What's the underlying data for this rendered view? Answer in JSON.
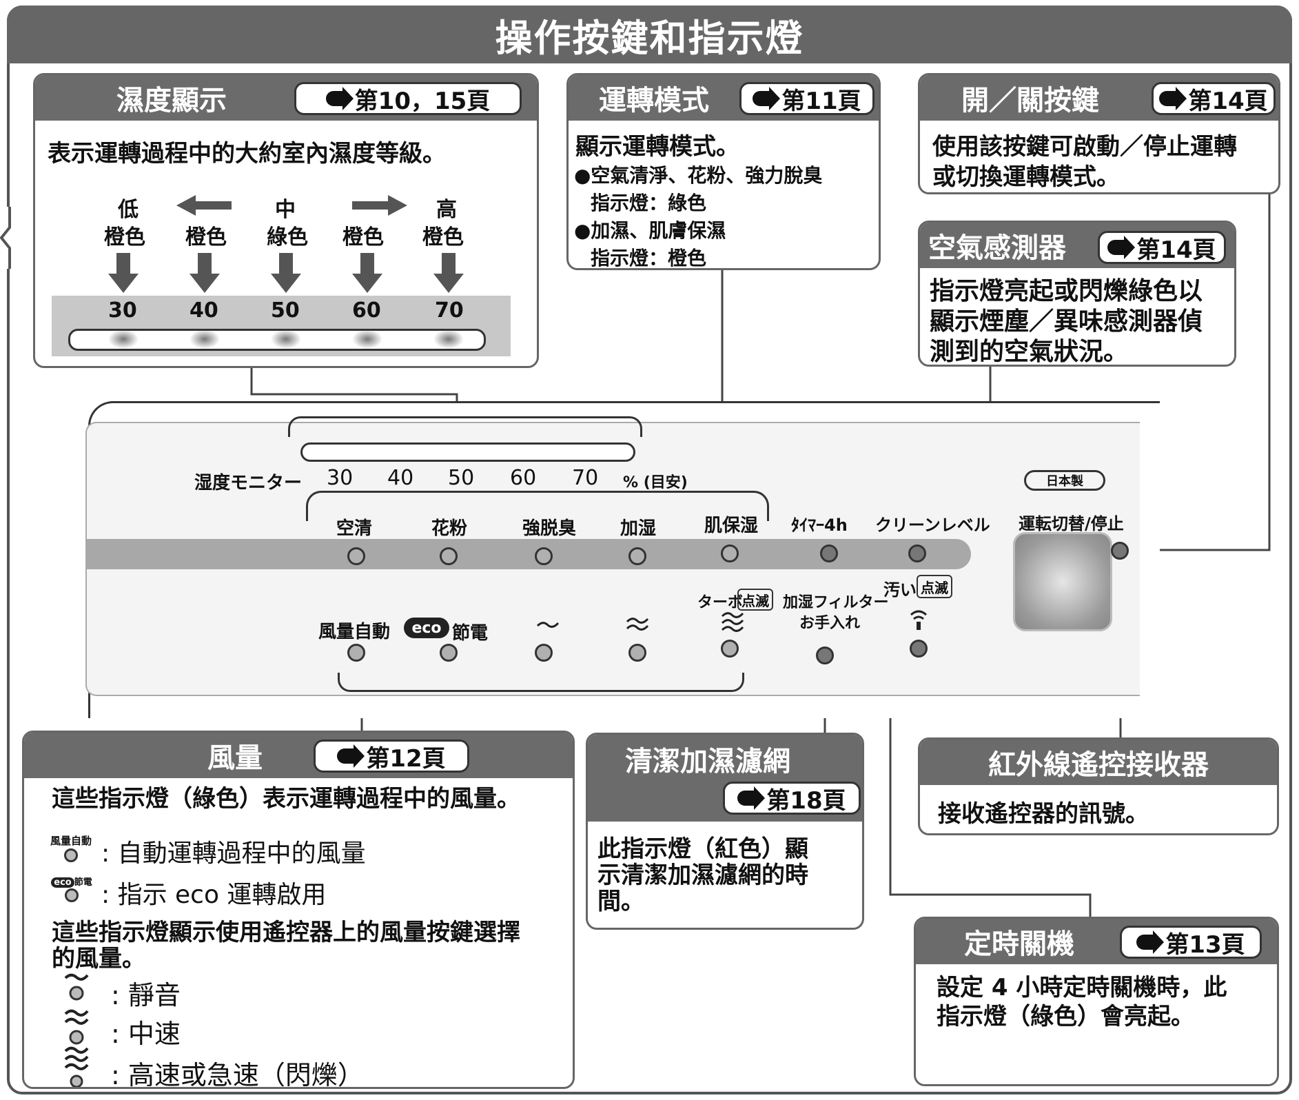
{
  "title": "操作按鍵和指示燈",
  "humidity_box": {
    "title": "濕度顯示",
    "ref": "第10，15頁",
    "desc": "表示運轉過程中的大約室內濕度等級。",
    "scale": [
      {
        "top": "低",
        "color": "橙色",
        "value": "30"
      },
      {
        "top": "",
        "color": "橙色",
        "value": "40"
      },
      {
        "top": "中",
        "color": "綠色",
        "value": "50"
      },
      {
        "top": "",
        "color": "橙色",
        "value": "60"
      },
      {
        "top": "高",
        "color": "橙色",
        "value": "70"
      }
    ]
  },
  "mode_box": {
    "title": "運轉模式",
    "ref": "第11頁",
    "desc": "顯示運轉模式。",
    "item1": "●空氣清淨、花粉、強力脫臭",
    "item1_sub": "指示燈：綠色",
    "item2": "●加濕、肌膚保濕",
    "item2_sub": "指示燈：橙色"
  },
  "power_box": {
    "title": "開／關按鍵",
    "ref": "第14頁",
    "line1": "使用該按鍵可啟動／停止運轉",
    "line2": "或切換運轉模式。"
  },
  "sensor_box": {
    "title": "空氣感測器",
    "ref": "第14頁",
    "line1": "指示燈亮起或閃爍綠色以",
    "line2": "顯示煙塵／異味感測器偵",
    "line3": "測到的空氣狀況。"
  },
  "panel": {
    "humidity_monitor": "湿度モニター",
    "scale": [
      "30",
      "40",
      "50",
      "60",
      "70"
    ],
    "scale_unit": "% (目安)",
    "modes": [
      "空清",
      "花粉",
      "強脱臭",
      "加湿",
      "肌保湿"
    ],
    "timer": "ﾀｲﾏｰ4h",
    "clean_level": "クリーンレベル",
    "made_in": "日本製",
    "power_label": "運転切替/停止",
    "dirty": "汚い",
    "blink": "点滅",
    "turbo": "ターボ",
    "filter_line1": "加湿フィルター",
    "filter_line2": "お手入れ",
    "fan_auto": "風量自動",
    "eco_badge": "eco",
    "eco_label": "節電"
  },
  "fan_box": {
    "title": "風量",
    "ref": "第12頁",
    "desc": "這些指示燈（綠色）表示運轉過程中的風量。",
    "auto_icon": "風量自動",
    "auto_text": "自動運轉過程中的風量",
    "eco_icon": "eco",
    "eco_icon_label": "節電",
    "eco_text": "指示 eco 運轉啟用",
    "desc2_line1": "這些指示燈顯示使用遙控器上的風量按鍵選擇",
    "desc2_line2": "的風量。",
    "silent": "靜音",
    "medium": "中速",
    "high": "高速或急速（閃爍）"
  },
  "filter_box": {
    "title": "清潔加濕濾網",
    "ref": "第18頁",
    "line1": "此指示燈（紅色）顯",
    "line2": "示清潔加濕濾網的時",
    "line3": "間。"
  },
  "ir_box": {
    "title": "紅外線遙控接收器",
    "desc": "接收遙控器的訊號。"
  },
  "timer_box": {
    "title": "定時關機",
    "ref": "第13頁",
    "line1": "設定 4 小時定時關機時，此",
    "line2": "指示燈（綠色）會亮起。"
  },
  "colors": {
    "header": "#6b6b6b",
    "indicator_bar": "#a8a8a8"
  }
}
